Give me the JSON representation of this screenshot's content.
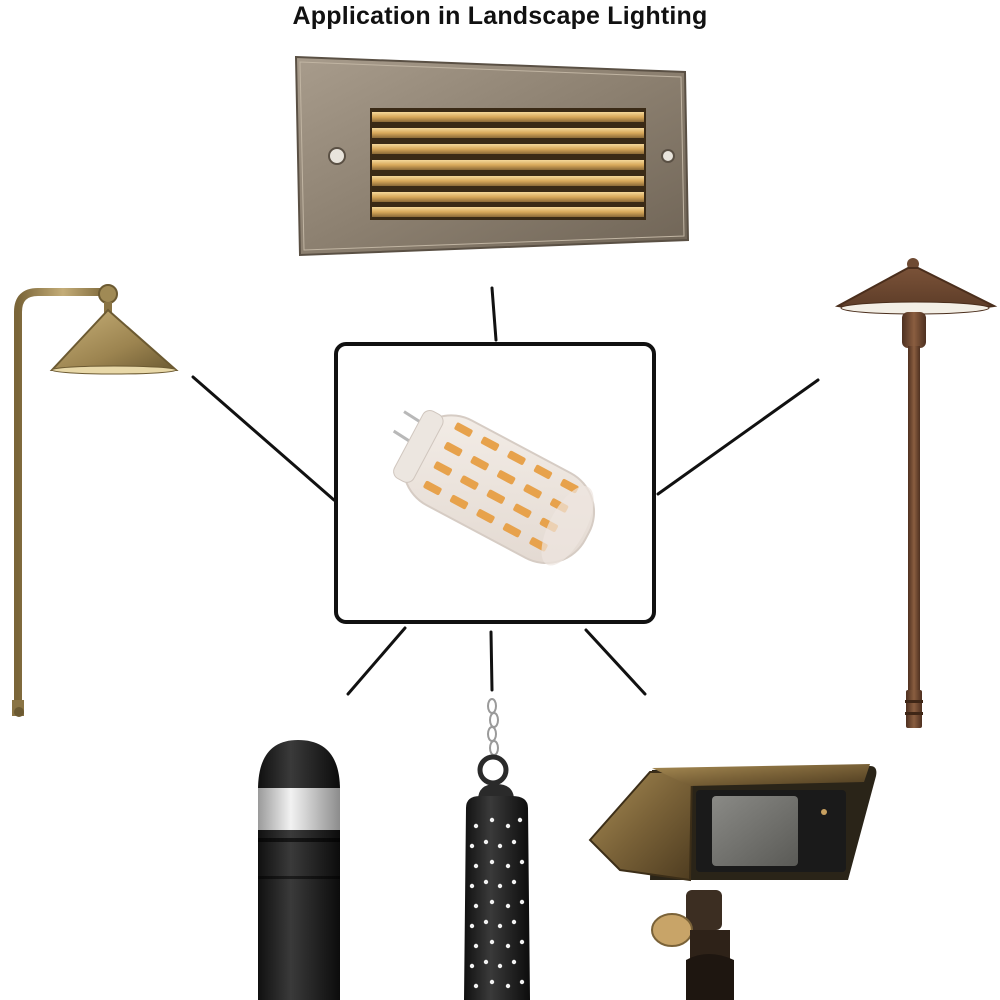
{
  "title": "Application in Landscape Lighting",
  "colors": {
    "background": "#ffffff",
    "connector": "#111111",
    "brass": "#a08a55",
    "bronze": "#6e4a32",
    "black": "#1c1c1c",
    "warm_glow": "#f0b45a"
  },
  "fixtures": [
    {
      "name": "brick-step-light",
      "icon": "step-light-icon"
    },
    {
      "name": "brass-path-light",
      "icon": "path-light-icon"
    },
    {
      "name": "bronze-path-light",
      "icon": "umbrella-path-light-icon"
    },
    {
      "name": "g4-led-bulb",
      "icon": "led-bulb-icon"
    },
    {
      "name": "bollard-light",
      "icon": "bollard-icon"
    },
    {
      "name": "hanging-pendant-light",
      "icon": "pendant-icon"
    },
    {
      "name": "flood-spot-light",
      "icon": "flood-light-icon"
    }
  ]
}
